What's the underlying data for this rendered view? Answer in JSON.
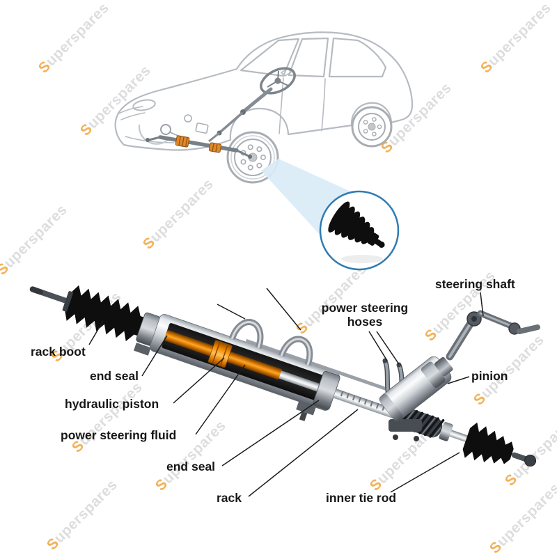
{
  "watermark": {
    "initial": "S",
    "rest": "uperspares"
  },
  "labels": {
    "rack_boot": "rack boot",
    "end_seal_left": "end seal",
    "hydraulic_piston": "hydraulic piston",
    "power_steering_fluid": "power steering fluid",
    "end_seal_right": "end seal",
    "rack": "rack",
    "steering_shaft": "steering shaft",
    "power_steering_hoses": "power steering hoses",
    "pinion": "pinion",
    "inner_tie_rod": "inner tie rod"
  },
  "colors": {
    "label_text": "#161616",
    "watermark_gray": "#d8d8d8",
    "watermark_orange": "#f0a43c",
    "callout_ring": "#2e7cb3",
    "beam": "#d9ecf7",
    "accent_orange": "#e0872a",
    "boot_black": "#0e0e0e"
  }
}
